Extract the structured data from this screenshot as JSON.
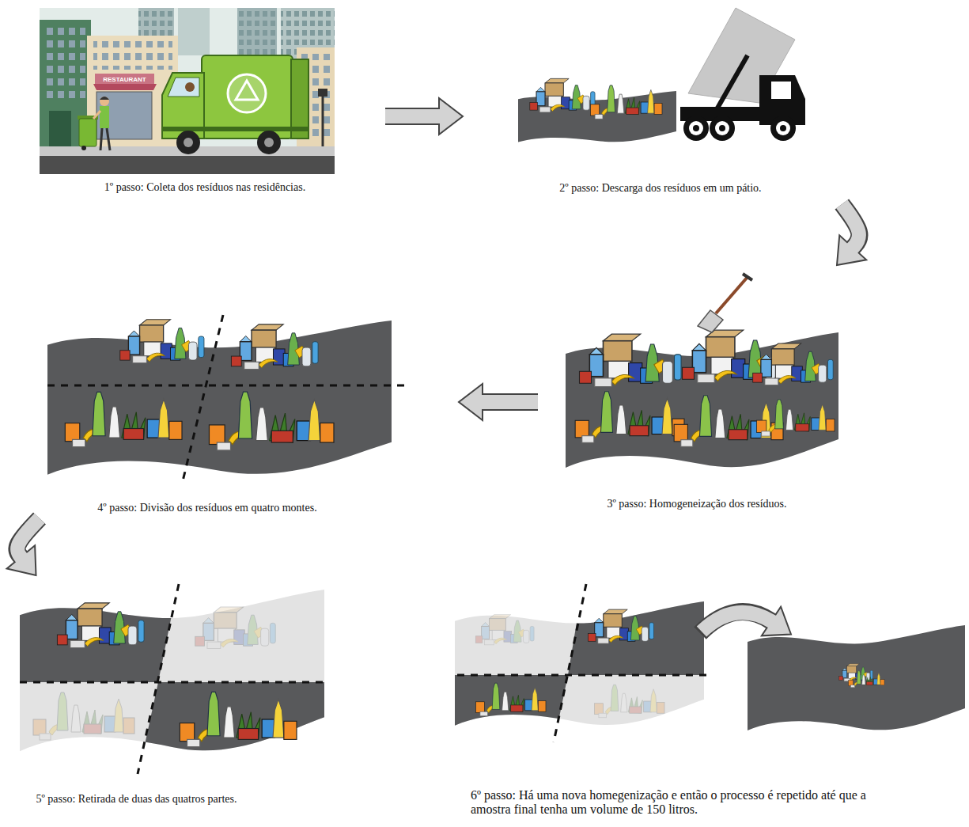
{
  "diagram": {
    "nodes": [
      {
        "text": [
          "1º passo: Coleta dos resíduos nas residências."
        ]
      },
      {
        "text": [
          "2º passo: Descarga dos resíduos em um pátio."
        ]
      },
      {
        "text": [
          "3º passo: Homogeneização dos resíduos."
        ]
      },
      {
        "text": [
          "4º passo: Divisão dos resíduos em quatro montes."
        ]
      },
      {
        "text": [
          "5º passo: Retirada de duas das quatros partes."
        ]
      },
      {
        "text": [
          "6º passo: Há uma nova homegenização e então o processo é repetido até que a amostra final tenha um volume de 150 litros."
        ]
      }
    ],
    "edges": [
      {
        "from": 0,
        "to": 1,
        "arrow": "to"
      },
      {
        "from": 1,
        "to": 2,
        "arrow": "to"
      },
      {
        "from": 2,
        "to": 3,
        "arrow": "to"
      },
      {
        "from": 3,
        "to": 4,
        "arrow": "to"
      }
    ],
    "labels": [
      "RESTAURANT"
    ]
  }
}
